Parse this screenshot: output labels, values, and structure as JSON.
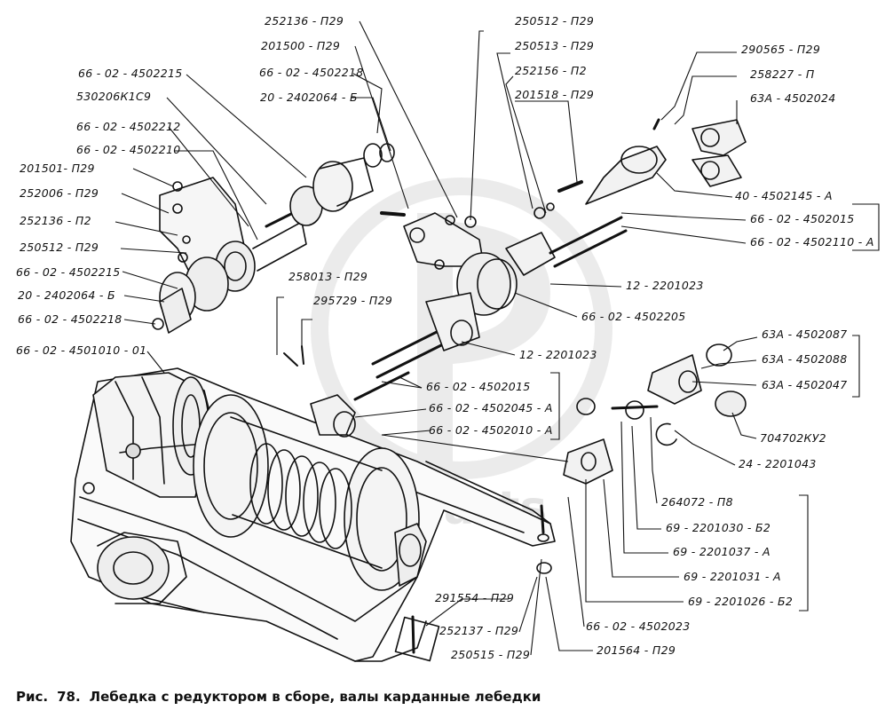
{
  "figure": {
    "caption_prefix": "Рис.",
    "caption_number": "78.",
    "caption_text": "Лебедка с редуктором в сборе, валы карданные лебедки",
    "watermark": "aca-parts"
  },
  "callouts": [
    {
      "id": "c1",
      "text": "252136 - П29"
    },
    {
      "id": "c2",
      "text": "201500 - П29"
    },
    {
      "id": "c3",
      "text": "66 - 02 - 4502218"
    },
    {
      "id": "c4",
      "text": "20 - 2402064 - Б"
    },
    {
      "id": "c5",
      "text": "66 - 02 - 4502215"
    },
    {
      "id": "c6",
      "text": "530206К1С9"
    },
    {
      "id": "c7",
      "text": "66 - 02 - 4502212"
    },
    {
      "id": "c8",
      "text": "66 - 02 - 4502210"
    },
    {
      "id": "c9",
      "text": "201501- П29"
    },
    {
      "id": "c10",
      "text": "252006 - П29"
    },
    {
      "id": "c11",
      "text": "252136 - П2"
    },
    {
      "id": "c12",
      "text": "250512 - П29"
    },
    {
      "id": "c13",
      "text": "66 - 02 - 4502215"
    },
    {
      "id": "c14",
      "text": "20 - 2402064 - Б"
    },
    {
      "id": "c15",
      "text": "66 - 02 - 4502218"
    },
    {
      "id": "c16",
      "text": "66 - 02 - 4501010 - 01"
    },
    {
      "id": "c17",
      "text": "250512 - П29"
    },
    {
      "id": "c18",
      "text": "250513 - П29"
    },
    {
      "id": "c19",
      "text": "252156 - П2"
    },
    {
      "id": "c20",
      "text": "201518 - П29"
    },
    {
      "id": "c21",
      "text": "290565 - П29"
    },
    {
      "id": "c22",
      "text": "258227 - П"
    },
    {
      "id": "c23",
      "text": "63А - 4502024"
    },
    {
      "id": "c24",
      "text": "40 - 4502145 - А"
    },
    {
      "id": "c25",
      "text": "66 - 02 - 4502015"
    },
    {
      "id": "c26",
      "text": "66 - 02 - 4502110 - А"
    },
    {
      "id": "c27",
      "text": "12 - 2201023"
    },
    {
      "id": "c28",
      "text": "66 - 02 - 4502205"
    },
    {
      "id": "c29",
      "text": "12 - 2201023"
    },
    {
      "id": "c30",
      "text": "258013 - П29"
    },
    {
      "id": "c31",
      "text": "295729 - П29"
    },
    {
      "id": "c32",
      "text": "66 - 02 - 4502015"
    },
    {
      "id": "c33",
      "text": "66 - 02 - 4502045 - А"
    },
    {
      "id": "c34",
      "text": "66 - 02 - 4502010 - А"
    },
    {
      "id": "c35",
      "text": "63А - 4502087"
    },
    {
      "id": "c36",
      "text": "63А - 4502088"
    },
    {
      "id": "c37",
      "text": "63А - 4502047"
    },
    {
      "id": "c38",
      "text": "704702КУ2"
    },
    {
      "id": "c39",
      "text": "24 - 2201043"
    },
    {
      "id": "c40",
      "text": "264072 - П8"
    },
    {
      "id": "c41",
      "text": "69 - 2201030 - Б2"
    },
    {
      "id": "c42",
      "text": "69 - 2201037 - А"
    },
    {
      "id": "c43",
      "text": "69 - 2201031 - А"
    },
    {
      "id": "c44",
      "text": "69 - 2201026 - Б2"
    },
    {
      "id": "c45",
      "text": "291554 - П29"
    },
    {
      "id": "c46",
      "text": "252137 - П29"
    },
    {
      "id": "c47",
      "text": "250515 - П29"
    },
    {
      "id": "c48",
      "text": "66 - 02 - 4502023"
    },
    {
      "id": "c49",
      "text": "201564 - П29"
    }
  ]
}
